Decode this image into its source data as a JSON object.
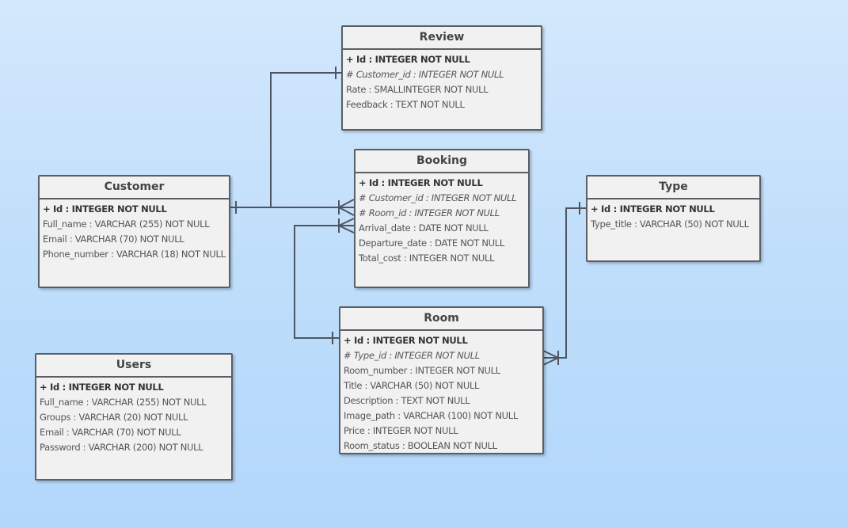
{
  "entities": {
    "review": {
      "title": "Review",
      "fields": [
        {
          "text": "+ Id : INTEGER NOT NULL",
          "kind": "pk"
        },
        {
          "text": "# Customer_id : INTEGER NOT NULL",
          "kind": "fk"
        },
        {
          "text": "Rate : SMALLINTEGER NOT NULL",
          "kind": "normal"
        },
        {
          "text": "Feedback : TEXT NOT NULL",
          "kind": "normal"
        }
      ]
    },
    "booking": {
      "title": "Booking",
      "fields": [
        {
          "text": "+ Id : INTEGER NOT NULL",
          "kind": "pk"
        },
        {
          "text": "# Customer_id : INTEGER NOT NULL",
          "kind": "fk"
        },
        {
          "text": "# Room_id : INTEGER NOT NULL",
          "kind": "fk"
        },
        {
          "text": "Arrival_date : DATE NOT NULL",
          "kind": "normal"
        },
        {
          "text": "Departure_date : DATE NOT NULL",
          "kind": "normal"
        },
        {
          "text": "Total_cost : INTEGER NOT NULL",
          "kind": "normal"
        }
      ]
    },
    "customer": {
      "title": "Customer",
      "fields": [
        {
          "text": "+ Id : INTEGER NOT NULL",
          "kind": "pk"
        },
        {
          "text": "Full_name : VARCHAR (255)  NOT NULL",
          "kind": "normal"
        },
        {
          "text": "Email : VARCHAR (70)  NOT NULL",
          "kind": "normal"
        },
        {
          "text": "Phone_number : VARCHAR (18)  NOT NULL",
          "kind": "normal"
        }
      ]
    },
    "type": {
      "title": "Type",
      "fields": [
        {
          "text": "+ Id : INTEGER NOT NULL",
          "kind": "pk"
        },
        {
          "text": "Type_title : VARCHAR (50)  NOT NULL",
          "kind": "normal"
        }
      ]
    },
    "users": {
      "title": "Users",
      "fields": [
        {
          "text": "+ Id : INTEGER NOT NULL",
          "kind": "pk"
        },
        {
          "text": "Full_name : VARCHAR (255)  NOT NULL",
          "kind": "normal"
        },
        {
          "text": "Groups : VARCHAR (20)  NOT NULL",
          "kind": "normal"
        },
        {
          "text": "Email : VARCHAR (70)  NOT NULL",
          "kind": "normal"
        },
        {
          "text": "Password : VARCHAR (200)  NOT NULL",
          "kind": "normal"
        }
      ]
    },
    "room": {
      "title": "Room",
      "fields": [
        {
          "text": "+ Id : INTEGER NOT NULL",
          "kind": "pk"
        },
        {
          "text": "# Type_id : INTEGER NOT NULL",
          "kind": "fk"
        },
        {
          "text": "Room_number : INTEGER NOT NULL",
          "kind": "normal"
        },
        {
          "text": "Title : VARCHAR (50)  NOT NULL",
          "kind": "normal"
        },
        {
          "text": "Description : TEXT NOT NULL",
          "kind": "normal"
        },
        {
          "text": "Image_path : VARCHAR (100)  NOT NULL",
          "kind": "normal"
        },
        {
          "text": "Price : INTEGER NOT NULL",
          "kind": "normal"
        },
        {
          "text": "Room_status : BOOLEAN NOT NULL",
          "kind": "normal"
        }
      ]
    }
  },
  "relationships": [
    {
      "from": "Customer",
      "to": "Booking",
      "cardinality": "one-to-many"
    },
    {
      "from": "Customer",
      "to": "Review",
      "cardinality": "one-to-one"
    },
    {
      "from": "Room",
      "to": "Booking",
      "cardinality": "one-to-many"
    },
    {
      "from": "Type",
      "to": "Room",
      "cardinality": "one-to-many"
    }
  ],
  "colors": {
    "line": "#4f5560",
    "entity_fill": "#f1f1f1"
  }
}
